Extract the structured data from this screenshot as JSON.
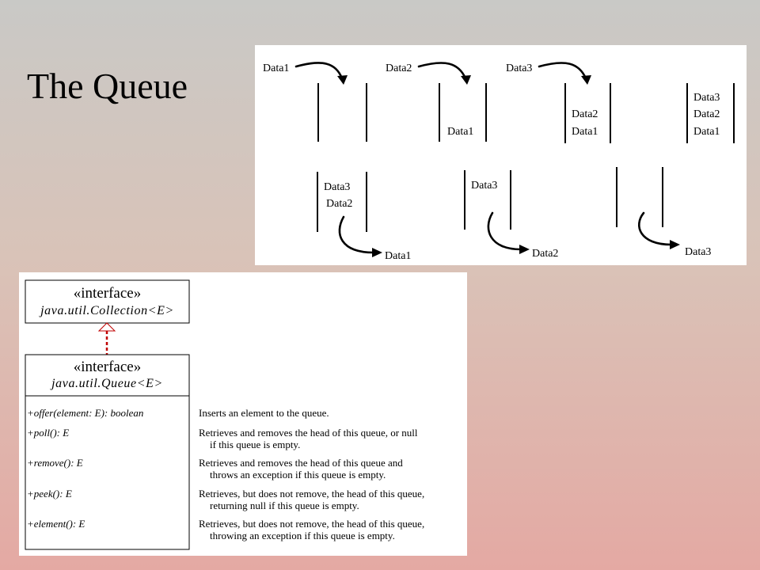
{
  "slide": {
    "title": "The Queue"
  },
  "queue_diagram": {
    "enqueue_steps": [
      {
        "incoming": "Data1",
        "contents": []
      },
      {
        "incoming": "Data2",
        "contents": [
          "Data1"
        ]
      },
      {
        "incoming": "Data3",
        "contents": [
          "Data2",
          "Data1"
        ]
      },
      {
        "incoming": "",
        "contents": [
          "Data3",
          "Data2",
          "Data1"
        ]
      }
    ],
    "dequeue_steps": [
      {
        "contents": [
          "Data3",
          "Data2"
        ],
        "outgoing": "Data1"
      },
      {
        "contents": [
          "Data3"
        ],
        "outgoing": "Data2"
      },
      {
        "contents": [],
        "outgoing": "Data3"
      }
    ]
  },
  "uml": {
    "collection": {
      "stereotype": "«interface»",
      "name": "java.util.Collection<E>"
    },
    "queue": {
      "stereotype": "«interface»",
      "name": "java.util.Queue<E>"
    },
    "methods": [
      {
        "signature": "+offer(element: E): boolean",
        "description": [
          "Inserts an element to the queue."
        ]
      },
      {
        "signature": "+poll(): E",
        "description": [
          "Retrieves and removes the head of this queue, or null",
          "if this queue is empty."
        ]
      },
      {
        "signature": "+remove(): E",
        "description": [
          "Retrieves and removes the head of this queue and",
          "throws an exception if this queue is empty."
        ]
      },
      {
        "signature": "+peek(): E",
        "description": [
          "Retrieves, but does not remove, the head of this queue,",
          "returning null if this queue is empty."
        ]
      },
      {
        "signature": "+element(): E",
        "description": [
          "Retrieves, but does not remove, the head of this queue,",
          "throwing an exception if this queue is empty."
        ]
      }
    ]
  }
}
